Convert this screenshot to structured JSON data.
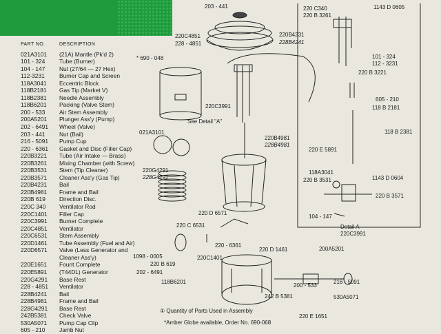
{
  "table": {
    "col_part": "PART NO.",
    "col_desc": "DESCRIPTION",
    "rows": [
      {
        "part": "021A3101",
        "desc": "(21A) Mantle (Pk'd 2)"
      },
      {
        "part": "101 - 324",
        "desc": "Tube (Burner)"
      },
      {
        "part": "104 - 147",
        "desc": "Nut (27/64 — 27 Hex)"
      },
      {
        "part": "112-3231",
        "desc": "Burner Cap and Screen"
      },
      {
        "part": "118A3041",
        "desc": "Eccentric Block"
      },
      {
        "part": "118B2181",
        "desc": "Gas Tip (Market V)"
      },
      {
        "part": "118B2381",
        "desc": "Needle Assembly"
      },
      {
        "part": "118B6201",
        "desc": "Packing (Valve Stem)"
      },
      {
        "part": "200 - 533",
        "desc": "Air Stem Assembly"
      },
      {
        "part": "200A5201",
        "desc": "Plunger Ass'y (Pump)"
      },
      {
        "part": "202 - 6491",
        "desc": "Wheel (Valve)"
      },
      {
        "part": "203 - 441",
        "desc": "Nut (Bail)"
      },
      {
        "part": "216 - 5091",
        "desc": "Pump Cup"
      },
      {
        "part": "220 - 6361",
        "desc": "Gasket and Disc (Filler Cap)"
      },
      {
        "part": "220B3221",
        "desc": "Tube (Air Intake — Brass)"
      },
      {
        "part": "220B3261",
        "desc": "Mixing Chamber (with Screw)"
      },
      {
        "part": "220B3531",
        "desc": "Stem (Tip Cleaner)"
      },
      {
        "part": "220B3571",
        "desc": "Cleaner Ass'y (Gas Tip)"
      },
      {
        "part": "220B4231",
        "desc": "Bail"
      },
      {
        "part": "220B4981",
        "desc": "Frame and Bail"
      },
      {
        "part": "220B 619",
        "desc": "Direction Disc."
      },
      {
        "part": "220C 340",
        "desc": "Ventilator Rod"
      },
      {
        "part": "220C1401",
        "desc": "Filler Cap"
      },
      {
        "part": "220C3991",
        "desc": "Burner Complete"
      },
      {
        "part": "220C4851",
        "desc": "Ventilator"
      },
      {
        "part": "220C6531",
        "desc": "Stem Assembly"
      },
      {
        "part": "220D1461",
        "desc": "Tube Assembly (Fuel and Air)"
      },
      {
        "part": "220D6571",
        "desc": "Valve (Less Generator and"
      },
      {
        "part": "",
        "desc": "Cleaner Ass'y)"
      },
      {
        "part": "220E1651",
        "desc": "Fount Complete"
      },
      {
        "part": "220E5891",
        "desc": "(T44DL) Generator"
      },
      {
        "part": "220G4291",
        "desc": "Base Rest"
      },
      {
        "part": "228 - 4851",
        "desc": "Ventilator"
      },
      {
        "part": "228B4241",
        "desc": "Bail"
      },
      {
        "part": "228B4981",
        "desc": "Frame and Bail"
      },
      {
        "part": "228G4291",
        "desc": "Base Rest"
      },
      {
        "part": "242B5381",
        "desc": "Check Valve"
      },
      {
        "part": "530A5071",
        "desc": "Pump Cap Clip"
      },
      {
        "part": "605 - 210",
        "desc": "Jamb Nut"
      }
    ]
  },
  "labels": {
    "l203_441": "203 - 441",
    "l220C4851": "220C4851",
    "l228_4851": "228 - 4851",
    "l220B4231": "220B4231",
    "l228B4241": "228B4241",
    "l690_048": "* 690 - 048",
    "l220C3991": "220C3991",
    "see_detail": "See Detail \"A\"",
    "l021A3101": "021A3101",
    "l220G4291": "220G4291",
    "l228G4291": "228G4291",
    "l220B4981": "220B4981",
    "l228B4981": "228B4981",
    "l220D6571": "220 D 6571",
    "l220C6531": "220 C 6531",
    "l1098_0005": "1098 - 0005",
    "l220B619": "220 B 619",
    "l202_6491": "202 - 6491",
    "l118B6201": "118B6201",
    "l220_6361": "220 - 6361",
    "l220C1401": "220C1401",
    "l220D1461": "220 D 1461",
    "l220C340": "220 C340",
    "l220B3261": "220 B 3261",
    "l1143D0605": "1143 D 0605",
    "l101_324": "101 - 324",
    "l112_3231": "112 - 3231",
    "l220B3221": "220 B 3221",
    "l605_210": "605 - 210",
    "l118B2181": "118 B 2181",
    "l118B2381": "118 B 2381",
    "l220E5891": "220 E 5891",
    "l118A3041": "118A3041",
    "l220B3531": "220 B 3531",
    "l1143D0604": "1143 D 0604",
    "l220B3571": "220 B 3571",
    "l104_147": "104 - 147",
    "detail_a": "Detail A",
    "detail_a_part": "220C3991",
    "l200A5201": "200A5201",
    "l200_533": "200 - 533",
    "l216_5091": "216 - 5091",
    "l242B5381": "242 B 5381",
    "l530A5071": "530A5071",
    "l220E1651": "220 E 1651"
  },
  "footer": {
    "qty_note": "Quantity of Parts Used in Assembly",
    "qty_symbol": "①",
    "amber_note": "*Amber Globe available, Order No. 690-068"
  }
}
